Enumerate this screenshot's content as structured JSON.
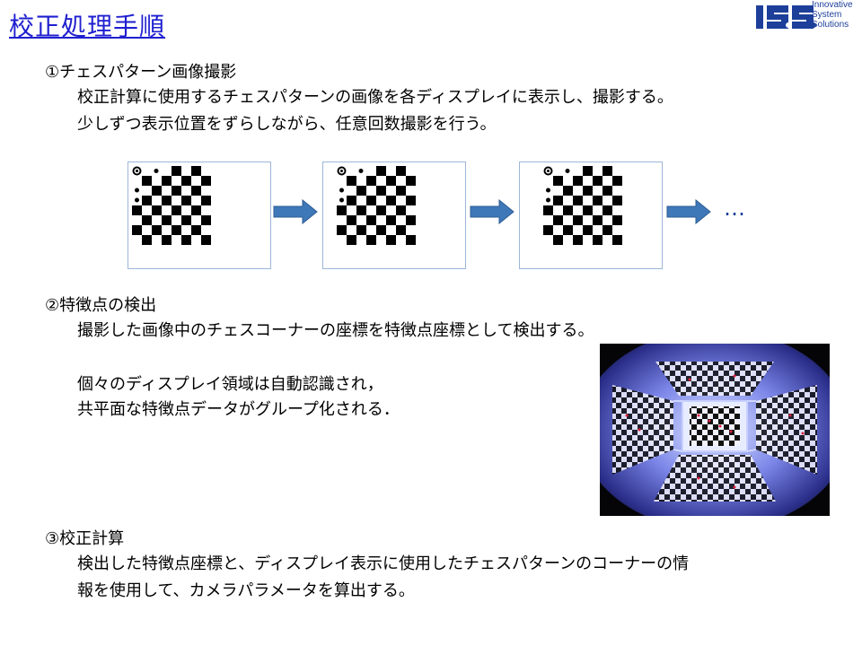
{
  "title": "校正処理手順",
  "logo": {
    "letters": "ISS",
    "lines": [
      "Innovative",
      "System",
      "Solutions"
    ]
  },
  "steps": [
    {
      "heading": "①チェスパターン画像撮影",
      "lines": [
        "校正計算に使用するチェスパターンの画像を各ディスプレイに表示し、撮影する。",
        "少しずつ表示位置をずらしながら、任意回数撮影を行う。"
      ]
    },
    {
      "heading": "②特徴点の検出",
      "lines": [
        "撮影した画像中のチェスコーナーの座標を特徴点座標として検出する。",
        "",
        "個々のディスプレイ領域は自動認識され，",
        "共平面な特徴点データがグループ化される．"
      ]
    },
    {
      "heading": "③校正計算",
      "lines": [
        "検出した特徴点座標と、ディスプレイ表示に使用したチェスパターンのコーナーの情",
        "報を使用して、カメラパラメータを算出する。"
      ]
    }
  ],
  "sequence": {
    "ellipsis": "…",
    "arrow_color": "#3f78b8"
  },
  "colors": {
    "title": "#1f1fd0",
    "panel_border": "#9cb6d8",
    "logo": "#1d3f9a"
  }
}
